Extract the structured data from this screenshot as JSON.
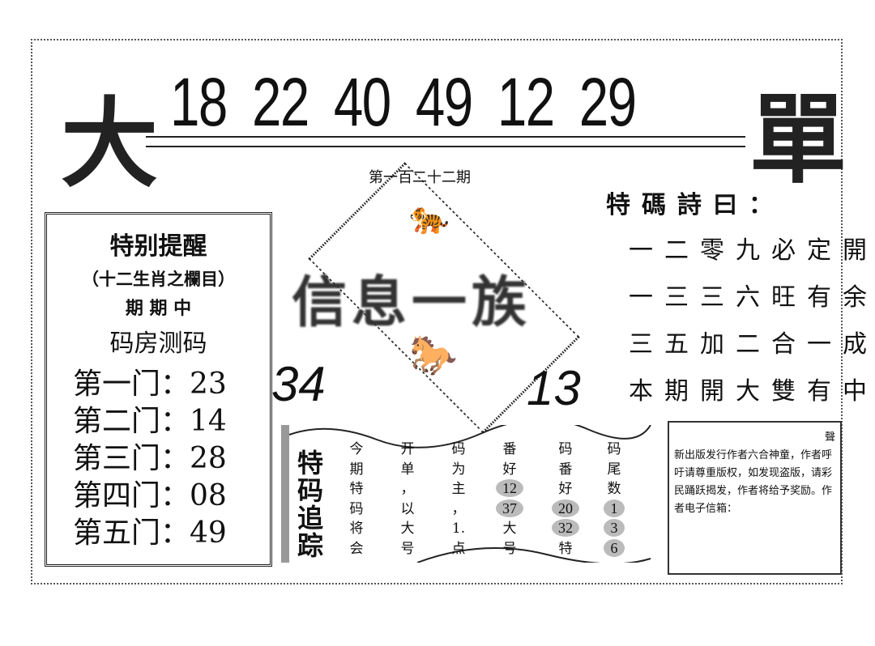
{
  "header": {
    "left_char": "大",
    "right_char": "單",
    "numbers": [
      "18",
      "22",
      "40",
      "49",
      "12",
      "29"
    ]
  },
  "issue": "第一百二十二期",
  "center_title": "信息一族",
  "side_numbers": {
    "left": "34",
    "right": "13"
  },
  "reminder": {
    "title": "特别提醒",
    "subtitle": "（十二生肖之欄目）",
    "line3": "期 期 中",
    "line4": "码房测码",
    "doors": [
      {
        "label": "第一门：",
        "value": "23"
      },
      {
        "label": "第二门：",
        "value": "14"
      },
      {
        "label": "第三门：",
        "value": "28"
      },
      {
        "label": "第四门：",
        "value": "08"
      },
      {
        "label": "第五门：",
        "value": "49"
      }
    ]
  },
  "poem": {
    "title": "特碼詩曰：",
    "lines": [
      "一二零九必定開",
      "一三三六旺有余",
      "三五加二合一成",
      "本期開大雙有中"
    ]
  },
  "tracking": {
    "title": "特码追踪",
    "columns": [
      [
        "今",
        "期",
        "特",
        "码",
        "将",
        "会"
      ],
      [
        "开",
        "单",
        "，",
        "以",
        "大",
        "号"
      ],
      [
        "码",
        "为",
        "主",
        "，",
        "1.",
        "点"
      ],
      [
        "番",
        "好",
        "12",
        "37",
        "大",
        "号"
      ],
      [
        "码",
        "番",
        "好",
        "20",
        "32",
        "特"
      ],
      [
        "码",
        "尾",
        "数",
        "1",
        "3",
        "6"
      ]
    ],
    "balls": [
      "12",
      "37",
      "20",
      "32",
      "1",
      "3",
      "6"
    ]
  },
  "notice": {
    "heading": "聲",
    "text": "新出版发行作者六合神童，作者呼吁请尊重版权，如发现盗版，请彩民踊跃揭发，作者将给予奖励。作者电子信箱："
  }
}
